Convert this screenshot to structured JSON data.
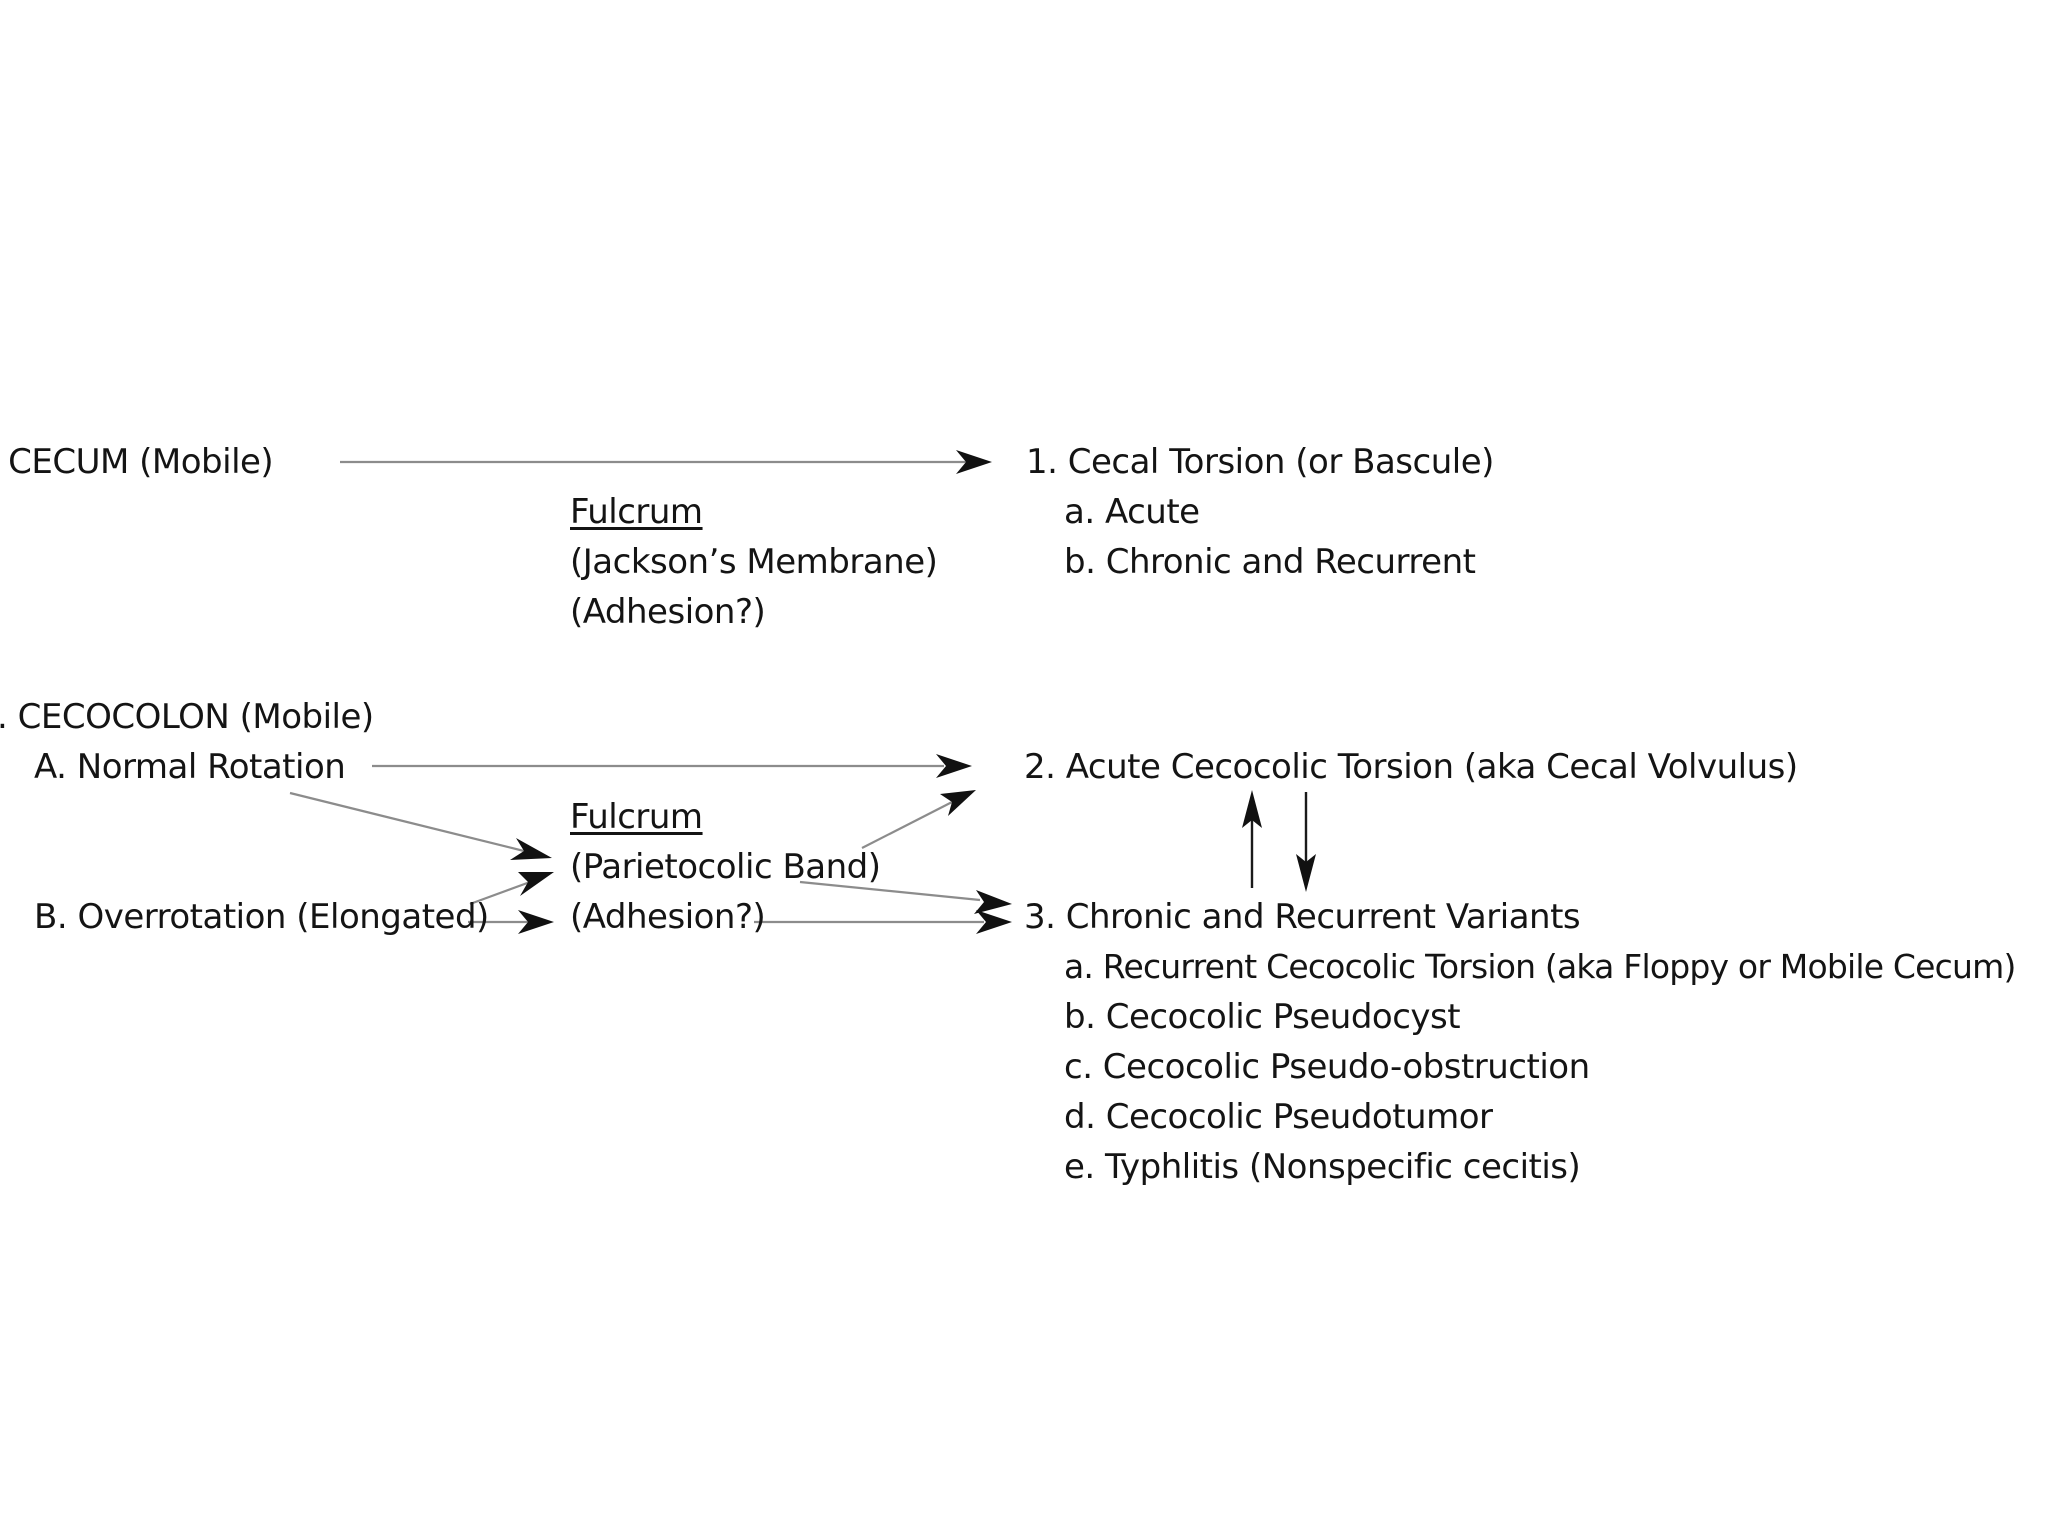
{
  "section1": {
    "heading": "I. CECUM (Mobile)",
    "fulcrum": {
      "title": "Fulcrum",
      "line1": "(Jackson’s Membrane)",
      "line2": "(Adhesion?)"
    }
  },
  "outcome1": {
    "title": "1. Cecal Torsion (or Bascule)",
    "items": [
      "a. Acute",
      "b. Chronic and Recurrent"
    ]
  },
  "section2": {
    "heading": "II. CECOCOLON (Mobile)",
    "a": "A. Normal Rotation",
    "b": "B. Overrotation (Elongated)",
    "fulcrum": {
      "title": "Fulcrum",
      "line1": "(Parietocolic Band)",
      "line2": "(Adhesion?)"
    }
  },
  "outcome2": {
    "title": "2. Acute Cecocolic Torsion (aka Cecal Volvulus)"
  },
  "outcome3": {
    "title": "3. Chronic and Recurrent Variants",
    "items": [
      "a. Recurrent Cecocolic Torsion (aka Floppy or Mobile Cecum)",
      "b. Cecocolic Pseudocyst",
      "c. Cecocolic Pseudo-obstruction",
      "d. Cecocolic Pseudotumor",
      "e. Typhlitis (Nonspecific cecitis)"
    ]
  }
}
